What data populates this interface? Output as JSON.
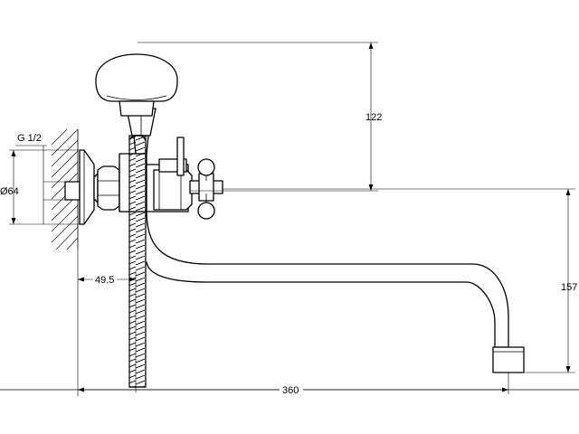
{
  "drawing": {
    "labels": {
      "thread": "G 1/2",
      "flange_diameter": "Ø64",
      "shower_height": "122",
      "wall_offset": "49.5",
      "spout_drop": "157",
      "spout_length": "360"
    }
  }
}
